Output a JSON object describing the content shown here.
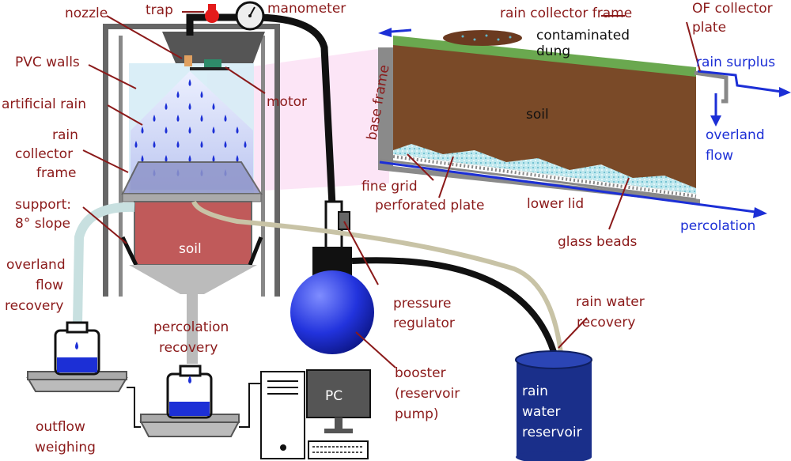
{
  "labels": {
    "nozzle": "nozzle",
    "trap": "trap",
    "manometer": "manometer",
    "pvc_walls": "PVC walls",
    "artificial_rain": "artificial rain",
    "rain_collector_frame_left": [
      "rain",
      "collector",
      "frame"
    ],
    "support": [
      "support:",
      "8° slope"
    ],
    "soil_left": "soil",
    "overland_flow_recovery": [
      "overland",
      "flow",
      "recovery"
    ],
    "percolation_recovery": [
      "percolation",
      "recovery"
    ],
    "outflow_weighing": [
      "outflow",
      "weighing"
    ],
    "motor": "motor",
    "pc": "PC",
    "pressure_regulator": [
      "pressure",
      "regulator"
    ],
    "booster": [
      "booster",
      "(reservoir",
      "pump)"
    ],
    "rain_water_recovery": [
      "rain water",
      "recovery"
    ],
    "rain_water_reservoir": [
      "rain",
      "water",
      "reservoir"
    ],
    "rain_collector_frame_detail": "rain collector frame",
    "contaminated_dung": [
      "contaminated",
      "dung"
    ],
    "of_collector_plate": [
      "OF collector",
      "plate"
    ],
    "rain_surplus": "rain surplus",
    "base_frame": "base frame",
    "soil_detail": "soil",
    "overland_flow": [
      "overland",
      "flow"
    ],
    "fine_grid": "fine grid",
    "perforated_plate": "perforated plate",
    "lower_lid": "lower lid",
    "percolation": "percolation",
    "glass_beads": "glass beads"
  },
  "colors": {
    "label_red": "#8b1a1a",
    "flow_blue": "#1c2fd6",
    "soil_brown": "#7a4a28",
    "soil_box_red": "#c05a5a",
    "grass_green": "#6aa84f",
    "booster_blue": "#2233dd",
    "reservoir_navy": "#1a2f8a",
    "detail_zoom_pink": "#fbe0f5"
  }
}
